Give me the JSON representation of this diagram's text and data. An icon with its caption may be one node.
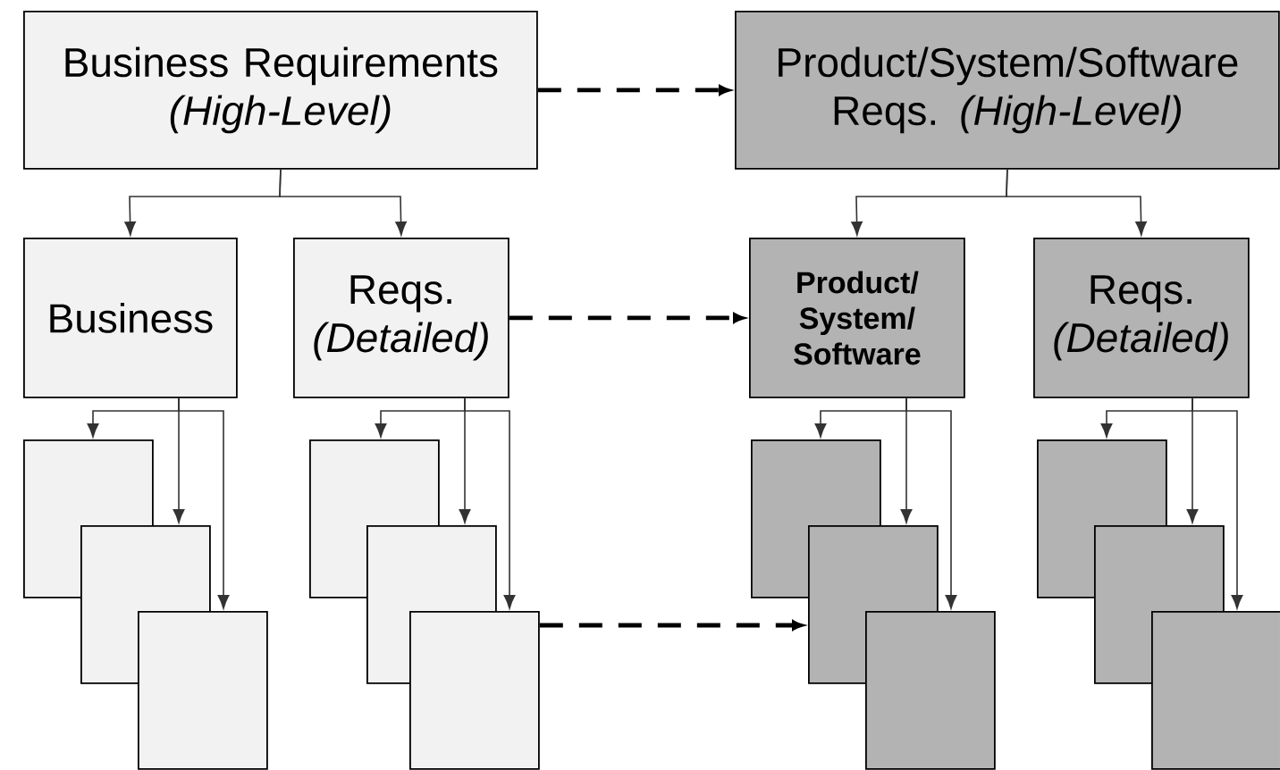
{
  "diagram": {
    "nodes": [
      {
        "text": [
          "Business Requirements *(High-Level)*"
        ]
      },
      {
        "text": [
          "Product/System/Software Reqs. *(High-Level)*"
        ]
      },
      {
        "text": [
          "Business"
        ]
      },
      {
        "text": [
          "Reqs. *(Detailed)*"
        ]
      },
      {
        "text": [
          "Product/ System/ Software"
        ]
      },
      {
        "text": [
          "Reqs. *(Detailed)*"
        ]
      },
      {
        "text": [],
        "shape": "box"
      },
      {
        "text": [],
        "shape": "box"
      },
      {
        "text": [],
        "shape": "box"
      },
      {
        "text": [],
        "shape": "box"
      },
      {
        "text": [],
        "shape": "box"
      },
      {
        "text": [],
        "shape": "box"
      },
      {
        "text": [],
        "shape": "box"
      },
      {
        "text": [],
        "shape": "box"
      },
      {
        "text": [],
        "shape": "box"
      },
      {
        "text": [],
        "shape": "box"
      },
      {
        "text": [],
        "shape": "box"
      },
      {
        "text": [],
        "shape": "box"
      }
    ],
    "edges": [
      {
        "from": 0,
        "to": 1,
        "arrow": "to",
        "style": "dashed"
      },
      {
        "from": 0,
        "to": 2,
        "arrow": "to"
      },
      {
        "from": 0,
        "to": 3,
        "arrow": "to"
      },
      {
        "from": 1,
        "to": 4,
        "arrow": "to"
      },
      {
        "from": 1,
        "to": 5,
        "arrow": "to"
      },
      {
        "from": 3,
        "to": 4,
        "arrow": "to",
        "style": "dashed"
      },
      {
        "from": 2,
        "to": 6,
        "arrow": "to"
      },
      {
        "from": 2,
        "to": 7,
        "arrow": "to"
      },
      {
        "from": 2,
        "to": 8,
        "arrow": "to"
      },
      {
        "from": 3,
        "to": 9,
        "arrow": "to"
      },
      {
        "from": 3,
        "to": 10,
        "arrow": "to"
      },
      {
        "from": 3,
        "to": 11,
        "arrow": "to"
      },
      {
        "from": 4,
        "to": 12,
        "arrow": "to"
      },
      {
        "from": 4,
        "to": 13,
        "arrow": "to"
      },
      {
        "from": 4,
        "to": 14,
        "arrow": "to"
      },
      {
        "from": 5,
        "to": 15,
        "arrow": "to"
      },
      {
        "from": 5,
        "to": 16,
        "arrow": "to"
      },
      {
        "from": 5,
        "to": 17,
        "arrow": "to"
      },
      {
        "from": 11,
        "to": 13,
        "arrow": "to",
        "style": "dashed"
      }
    ]
  }
}
